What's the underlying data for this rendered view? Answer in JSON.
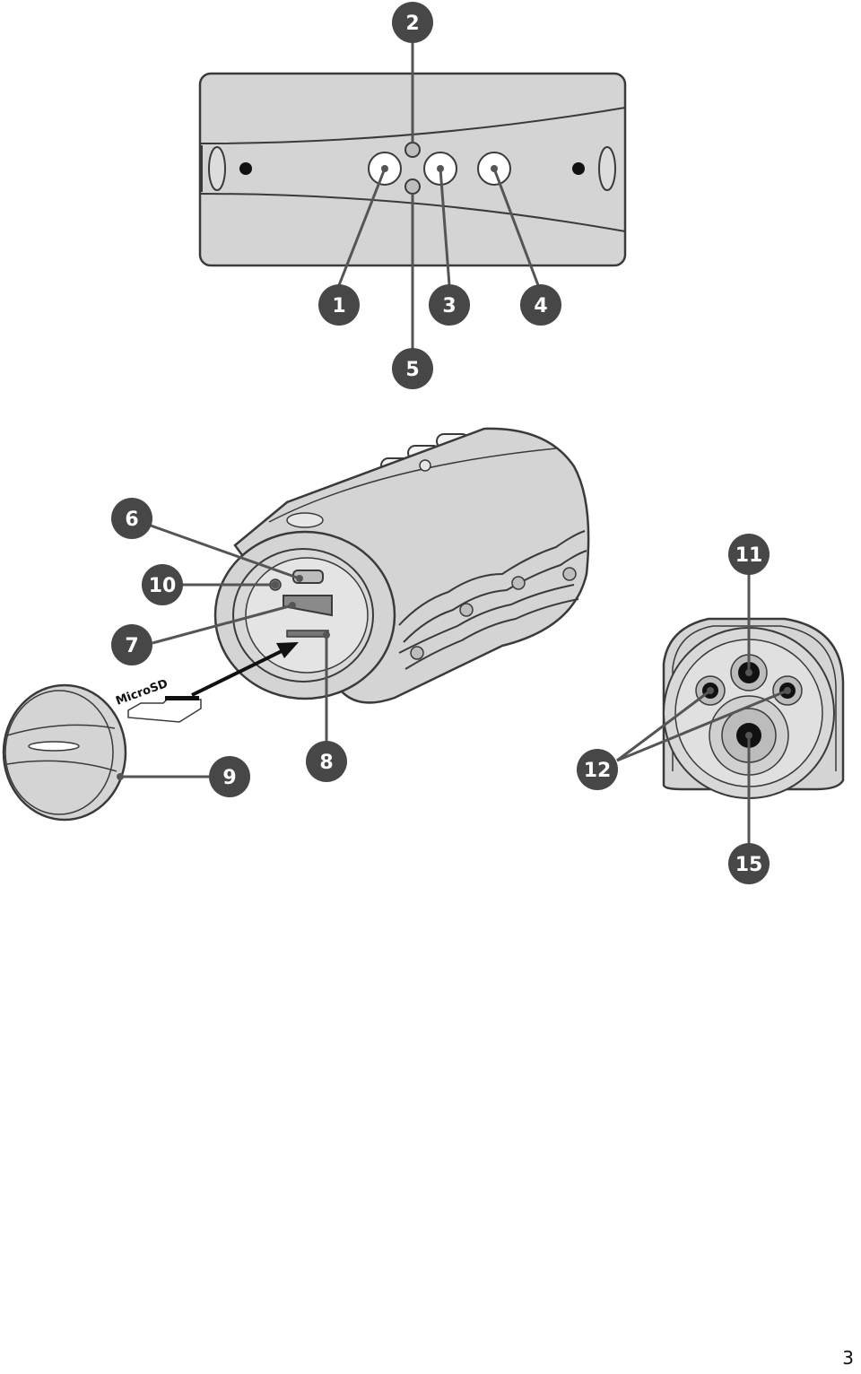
{
  "callouts": [
    "1",
    "2",
    "3",
    "4",
    "5",
    "6",
    "7",
    "8",
    "9",
    "10",
    "11",
    "12",
    "15"
  ],
  "microsd_label": "MicroSD",
  "page_number": "3",
  "colors": {
    "body_fill": "#d4d4d4",
    "outline": "#3a3a3a",
    "badge": "#474747",
    "leader": "#555555",
    "dark": "#111111"
  }
}
